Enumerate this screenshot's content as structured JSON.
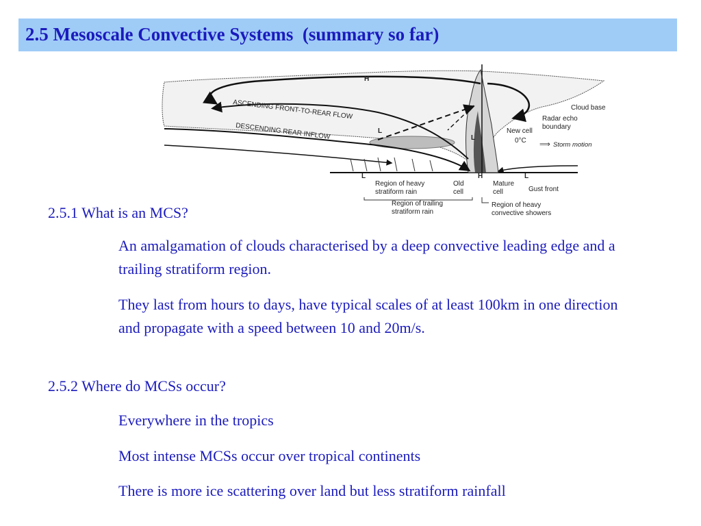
{
  "title": "2.5 Mesoscale Convective Systems  (summary so far)",
  "diagram": {
    "labels": {
      "h_top": "H",
      "ascending": "ASCENDING FRONT-TO-REAR FLOW",
      "descending": "DESCENDING REAR INFLOW",
      "l_upper": "L",
      "l_mid": "L",
      "l_left": "L",
      "h_bottom": "H",
      "l_right": "L",
      "cloud_base": "Cloud base",
      "radar_echo": "Radar echo",
      "boundary": "boundary",
      "new_cell": "New cell",
      "zero_c": "0°C",
      "storm_motion": "Storm motion",
      "heavy_strat_1": "Region of heavy",
      "heavy_strat_2": "stratiform rain",
      "old_cell_1": "Old",
      "old_cell_2": "cell",
      "mature_cell_1": "Mature",
      "mature_cell_2": "cell",
      "gust_front": "Gust front",
      "trailing_1": "Region of trailing",
      "trailing_2": "stratiform rain",
      "heavy_conv_1": "Region of heavy",
      "heavy_conv_2": "convective showers"
    }
  },
  "sections": [
    {
      "heading": "2.5.1 What is an MCS?",
      "paragraphs": [
        "An amalgamation of clouds characterised by a deep convective leading   edge and a trailing stratiform region.",
        "They last from hours to days, have typical scales of at least 100km in one direction and propagate with a speed between 10 and 20m/s."
      ]
    },
    {
      "heading": "2.5.2 Where do MCSs occur?",
      "paragraphs": [
        "Everywhere in the tropics",
        "Most intense MCSs occur over tropical continents",
        "There is more ice scattering over land but less stratiform rainfall"
      ]
    }
  ]
}
